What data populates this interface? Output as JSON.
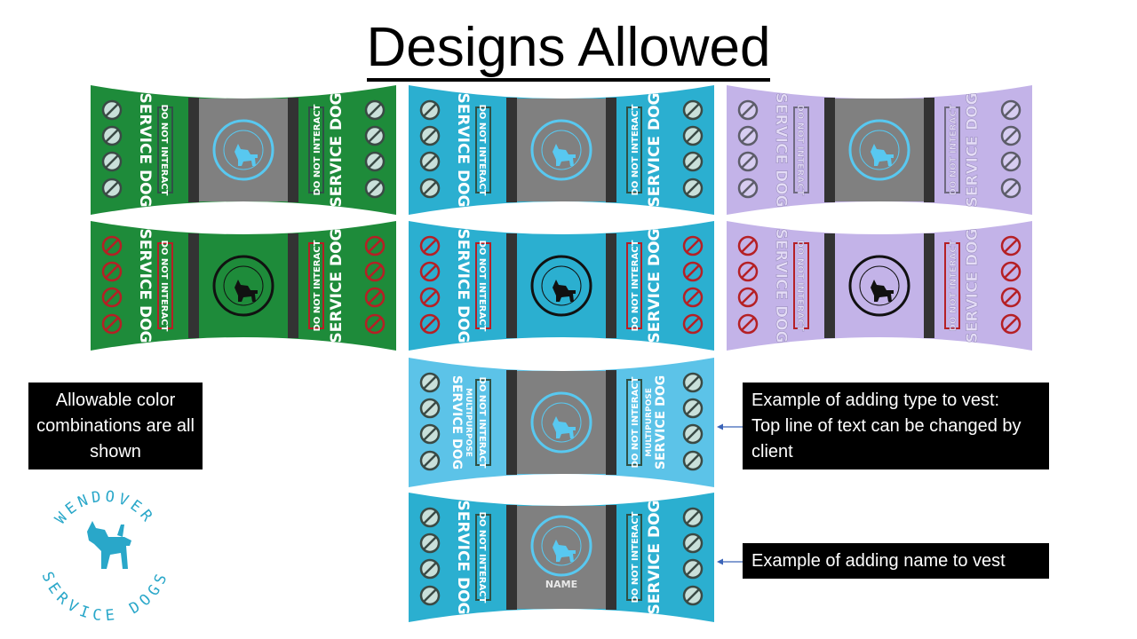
{
  "slide": {
    "title": "Designs Allowed",
    "note_left": "Allowable color combinations are all shown",
    "note_type": [
      "Example of adding type to vest:",
      "Top line of text can be changed by client"
    ],
    "note_name": "Example of adding name to vest"
  },
  "vest_text": {
    "service_dog": "SERVICE DOG",
    "do_not_interact": "DO NOT INTERACT",
    "multipurpose": "MULTIPURPOSE",
    "name": "NAME"
  },
  "logo": {
    "top": "WENDOVER",
    "bottom": "SERVICE DOGS"
  },
  "colors": {
    "green": "#1e8b3a",
    "teal": "#2bafd0",
    "lavender": "#c3b3e8",
    "light_blue": "#5cc3e8",
    "grey": "#808080",
    "dark_strap": "#333333",
    "badge_blue": "#58c8f0",
    "red": "#b52025"
  },
  "vests": [
    {
      "id": "green-grey",
      "color": "green",
      "center": "grey",
      "badge": "blue",
      "icons": "plain"
    },
    {
      "id": "teal-grey",
      "color": "teal",
      "center": "grey",
      "badge": "blue",
      "icons": "plain"
    },
    {
      "id": "lavender-grey",
      "color": "lavender",
      "center": "grey",
      "badge": "blue",
      "icons": "plain"
    },
    {
      "id": "green-solid",
      "color": "green",
      "center": "body",
      "badge": "black",
      "icons": "red"
    },
    {
      "id": "teal-solid",
      "color": "teal",
      "center": "body",
      "badge": "black",
      "icons": "red"
    },
    {
      "id": "lavender-solid",
      "color": "lavender",
      "center": "body",
      "badge": "black",
      "icons": "red"
    },
    {
      "id": "multipurpose",
      "color": "light_blue",
      "center": "grey",
      "badge": "blue",
      "icons": "plain",
      "type": "multipurpose"
    },
    {
      "id": "with-name",
      "color": "teal",
      "center": "grey",
      "badge": "blue",
      "icons": "plain",
      "type": "name"
    }
  ]
}
